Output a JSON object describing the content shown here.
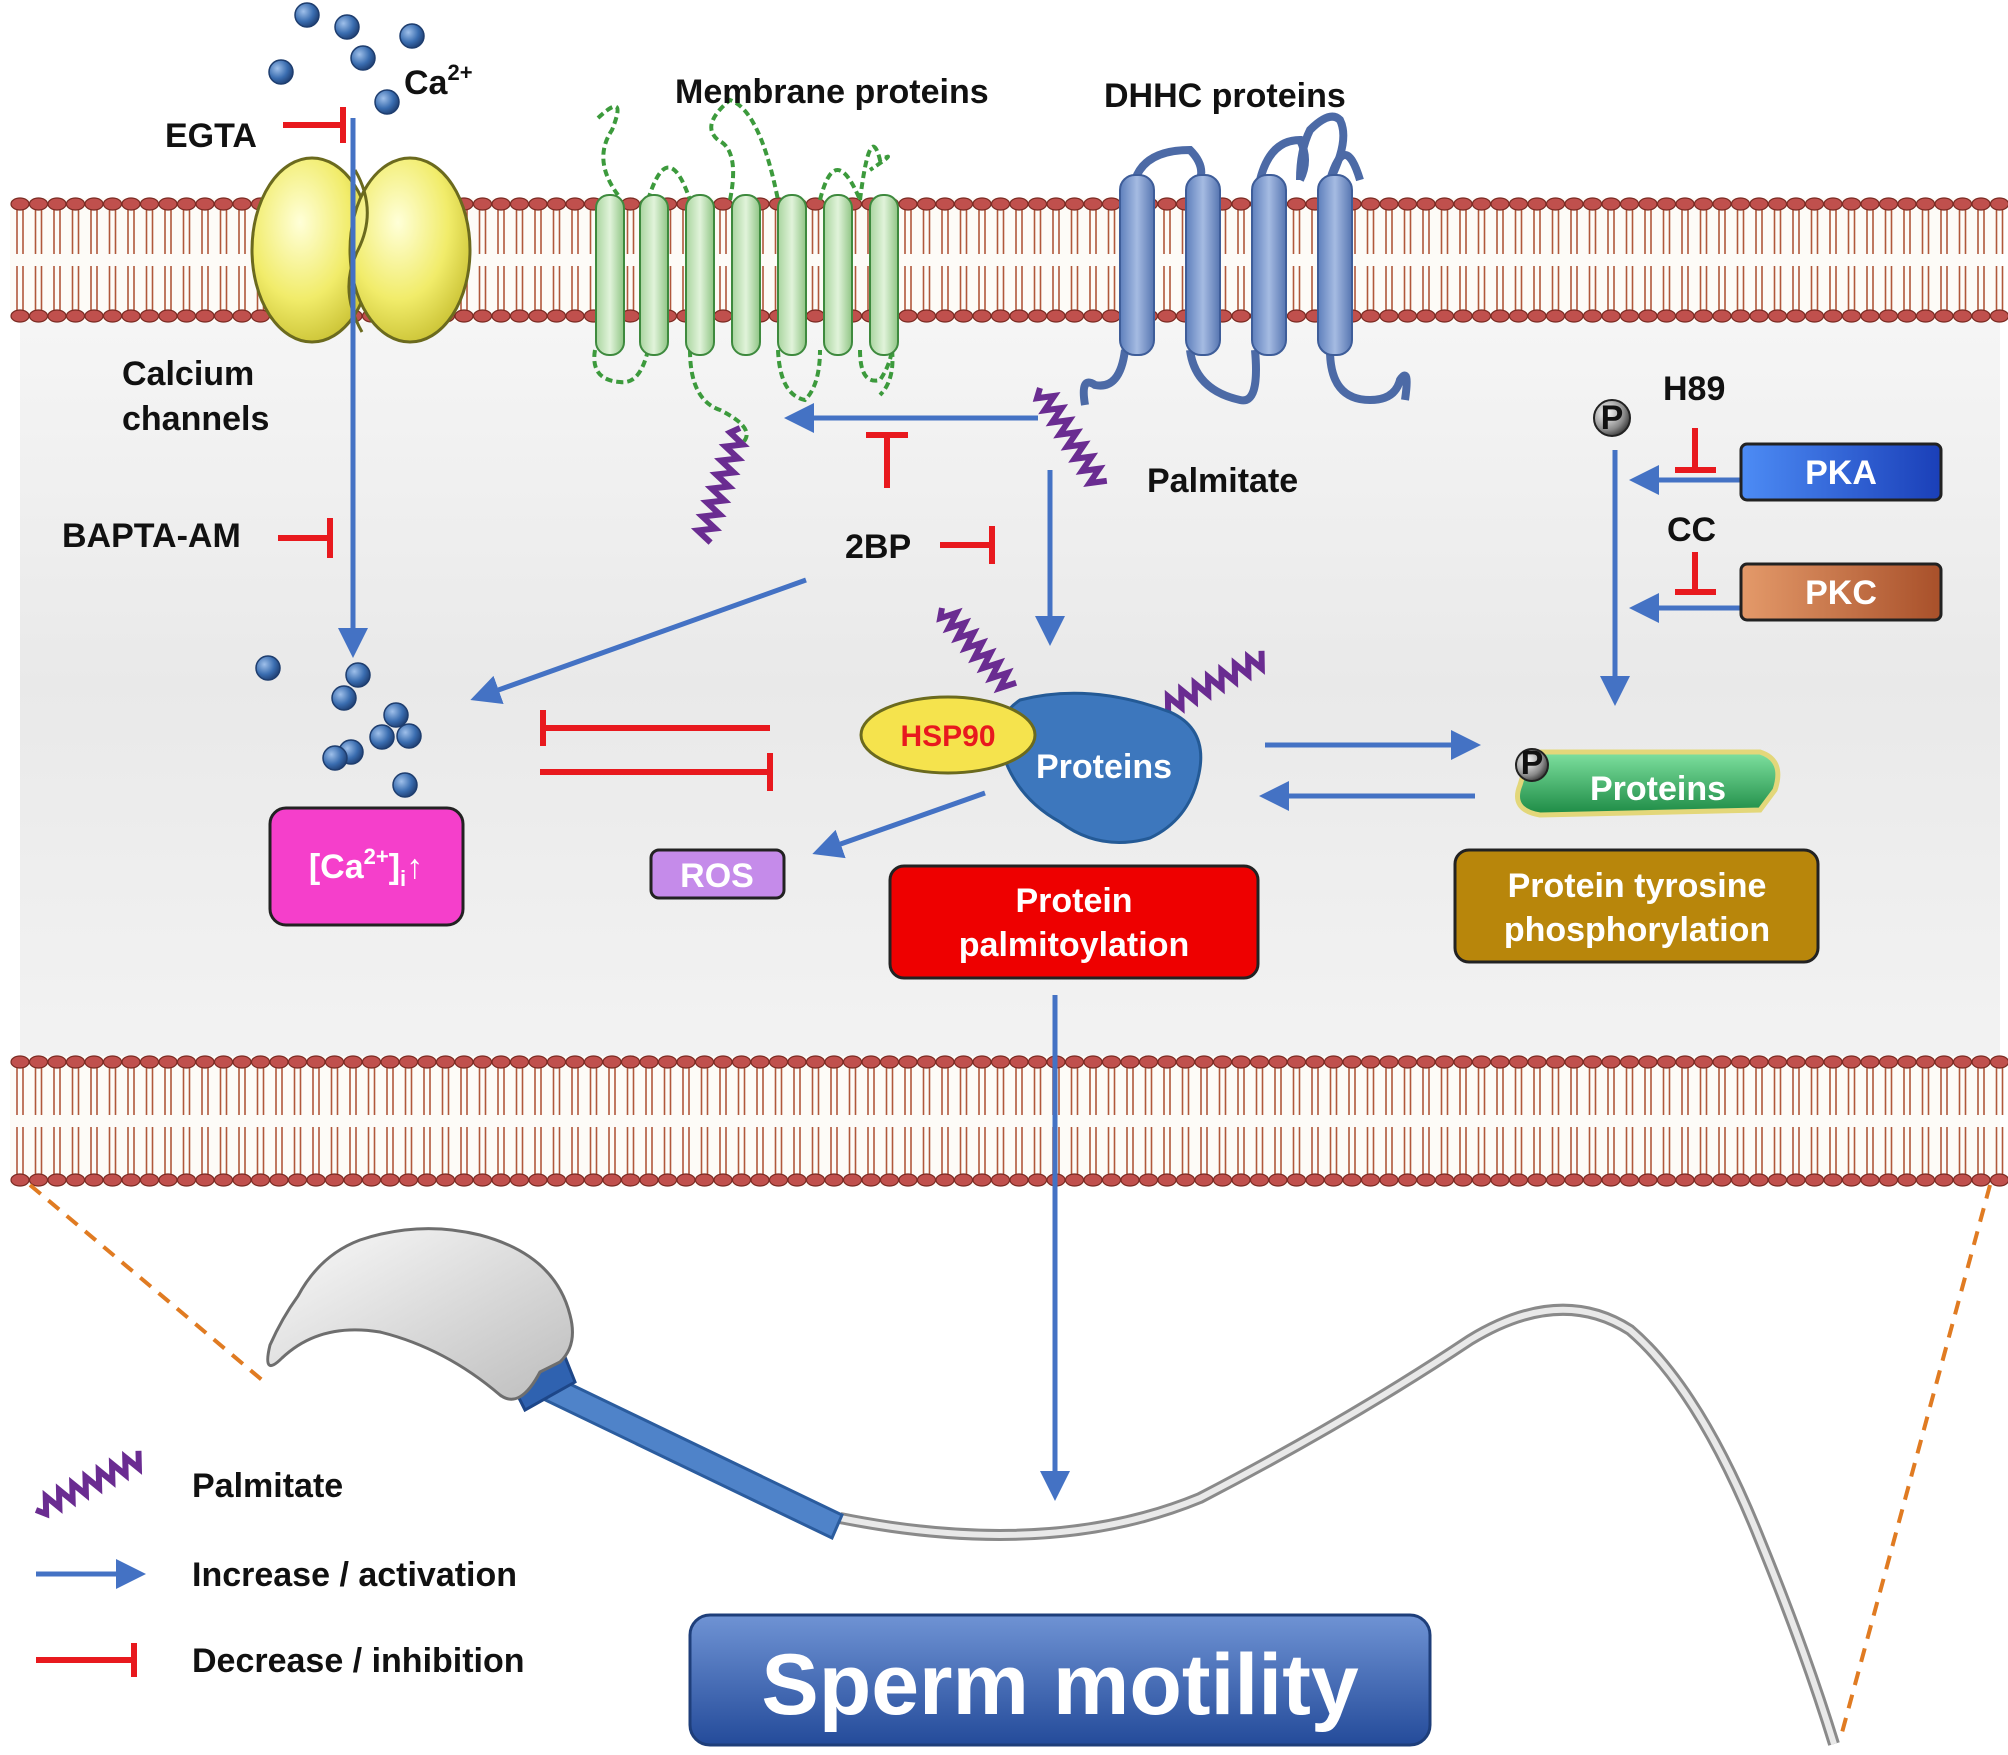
{
  "labels": {
    "ca_ion": "Ca",
    "ca_sup": "2+",
    "egta": "EGTA",
    "membrane_proteins": "Membrane proteins",
    "dhhc_proteins": "DHHC proteins",
    "calcium_channels_line1": "Calcium",
    "calcium_channels_line2": "channels",
    "bapta": "BAPTA-AM",
    "palmitate": "Palmitate",
    "twobp": "2BP",
    "h89": "H89",
    "cc": "CC",
    "p": "P",
    "hsp90": "HSP90",
    "proteins": "Proteins",
    "proteins_phospho": "Proteins",
    "ros": "ROS",
    "protein_palmitoylation_line1": "Protein",
    "protein_palmitoylation_line2": "palmitoylation",
    "ptp_line1": "Protein tyrosine",
    "ptp_line2": "phosphorylation",
    "pka": "PKA",
    "pkc": "PKC",
    "ca_i_open": "[Ca",
    "ca_i_sup": "2+",
    "ca_i_close": "]",
    "ca_i_sub": "i",
    "ca_i_arrow": "↑",
    "sperm_motility": "Sperm motility"
  },
  "legend": {
    "palmitate": "Palmitate",
    "increase": "Increase / activation",
    "decrease": "Decrease / inhibition"
  },
  "colors": {
    "arrow_blue": "#4472C4",
    "inhibit_red": "#E8191E",
    "membrane_head": "#C0504D",
    "palmitate_purple": "#6A2C91",
    "ca_box": "#F53FCB",
    "ros_box": "#C58BEA",
    "palmitoylation_box": "#EE0000",
    "ptp_box": "#B8860B",
    "pka_box": "#2A67E6",
    "pkc_box": "#C4683A",
    "motility_box": "#3A66B5"
  }
}
